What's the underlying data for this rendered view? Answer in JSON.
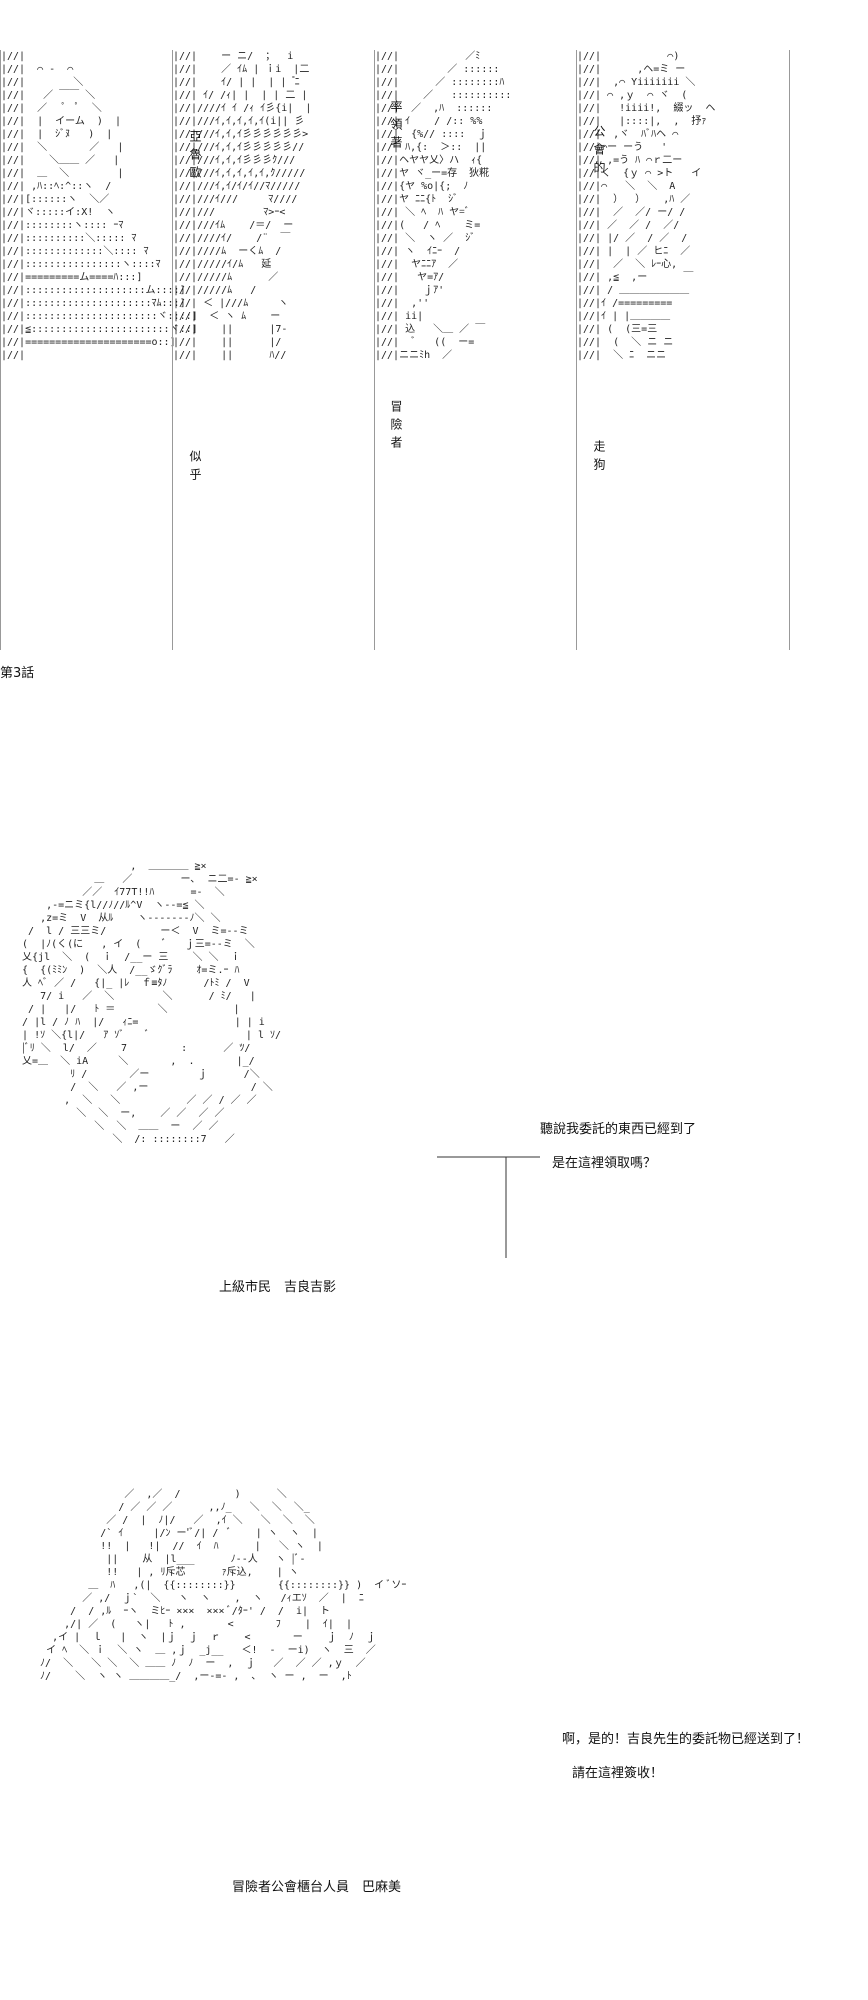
{
  "title_strip": {
    "vertical_labels": [
      {
        "chars": "亞魯歐"
      },
      {
        "chars": "率領著"
      },
      {
        "chars": "公會的"
      },
      {
        "chars": "似乎"
      },
      {
        "chars": "冒險者"
      },
      {
        "chars": "走狗"
      }
    ],
    "misc_glyphs": [
      "狄糀",
      "%%",
      "ミ=",
      "xx"
    ]
  },
  "chapter_label": "第3話",
  "scene1": {
    "dialog_line1": "聽說我委託的東西已經到了",
    "dialog_line2": "是在這裡領取嗎？",
    "caption": "上級市民　吉良吉影"
  },
  "scene2": {
    "dialog_line1": "啊，是的！吉良先生的委託物已經送到了！",
    "dialog_line2": "請在這裡簽收！",
    "caption": "冒險者公會櫃台人員　巴麻美"
  }
}
